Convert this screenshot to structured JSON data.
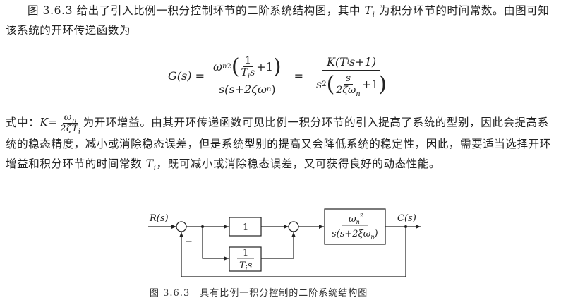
{
  "para1": {
    "text_a": "图 3.6.3 给出了引入比例一积分控制环节的二阶系统结构图，其中 ",
    "var_T": "T",
    "sub_i": "i",
    "text_b": " 为积分环节的时间常数。由图可知该系统的开环传递函数为"
  },
  "equation": {
    "lhs": "G(s) =",
    "omega": "ω",
    "n": "n",
    "two": "2",
    "one": "1",
    "T": "T",
    "i": "i",
    "s": "s",
    "plus1": "+1",
    "den1": "s(s+2ζω",
    "den1_sub": "n",
    "den1_end": ")",
    "equals": "=",
    "num2": "K(T",
    "num2_sub": "i",
    "num2_end": "s+1)",
    "s2": "s",
    "s2_sup": "2",
    "inner_num": "s",
    "inner_den": "2ζω",
    "inner_den_sub": "n"
  },
  "para2": {
    "prefix": "式中：",
    "K": "K",
    "eq": "=",
    "knum": "ω",
    "knum_sub": "n",
    "kden": "2ζT",
    "kden_sub": "i",
    "rest": "为开环增益。由其开环传递函数可见比例一积分环节的引入提高了系统的型别，因此会提高系统的稳态精度，减小或消除稳态误差，但是系统型别的提高又会降低系统的稳定性，因此，需要适当选择开环增益和积分环节的时间常数 ",
    "T": "T",
    "T_sub": "i",
    "rest2": "，既可减小或消除稳态误差，又可获得良好的动态性能。"
  },
  "diagram": {
    "input_label": "R(s)",
    "output_label": "C(s)",
    "minus_sign": "−",
    "gain_block": "1",
    "integral_num": "1",
    "integral_den": "T",
    "integral_den_sub": "i",
    "integral_den_end": "s",
    "plant_num": "ω",
    "plant_num_sub": "n",
    "plant_num_sup": "2",
    "plant_den": "s(s+2ξω",
    "plant_den_sub": "n",
    "plant_den_end": ")"
  },
  "caption": "图 3.6.3　具有比例一积分控制的二阶系统结构图"
}
